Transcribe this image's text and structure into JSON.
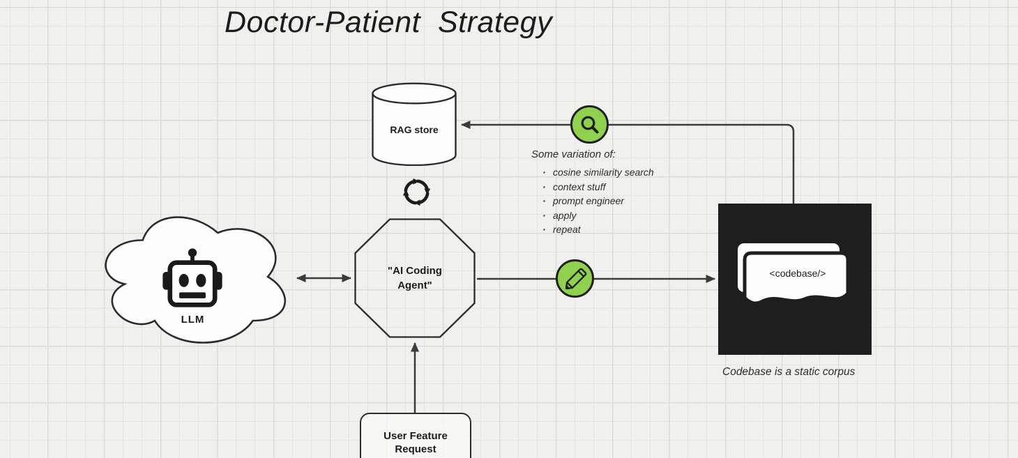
{
  "title": "Doctor-Patient  Strategy",
  "nodes": {
    "llm": {
      "label": "LLM",
      "shape": "cloud",
      "icon": "robot-icon"
    },
    "agent": {
      "label": "\"AI Coding Agent\"",
      "label_line1": "\"AI Coding",
      "label_line2": "Agent\"",
      "shape": "octagon"
    },
    "rag_store": {
      "label": "RAG store",
      "shape": "cylinder"
    },
    "codebase": {
      "label": "<codebase/>",
      "caption": "Codebase is a static corpus",
      "shape": "black-box",
      "icon": "document-stack-icon"
    },
    "user_request": {
      "label": "User Feature Request",
      "shape": "rounded-rectangle"
    }
  },
  "badges": [
    {
      "icon": "search-icon",
      "color": "#8FD14F",
      "on_connector": "codebase-to-ragstore"
    },
    {
      "icon": "pencil-icon",
      "color": "#8FD14F",
      "on_connector": "agent-to-codebase"
    }
  ],
  "notes": {
    "heading": "Some variation of:",
    "items": [
      "cosine similarity search",
      "context stuff",
      "prompt engineer",
      "apply",
      "repeat"
    ]
  },
  "connectors": [
    {
      "name": "llm-agent",
      "from": "llm",
      "to": "agent",
      "style": "double-arrow"
    },
    {
      "name": "agent-codebase",
      "from": "agent",
      "to": "codebase",
      "style": "arrow"
    },
    {
      "name": "codebase-ragstore",
      "from": "codebase",
      "to": "rag_store",
      "style": "arrow-elbow"
    },
    {
      "name": "request-agent",
      "from": "user_request",
      "to": "agent",
      "style": "arrow"
    }
  ],
  "icons": {
    "robot-icon": "robot head glyph",
    "refresh-cycle-icon": "circular arrows loop between agent and RAG store",
    "search-icon": "magnifying glass",
    "pencil-icon": "pencil",
    "document-stack-icon": "stacked documents"
  },
  "colors": {
    "background": "#F0F0EE",
    "grid_minor": "#E5E5E3",
    "grid_major": "#DBDBD9",
    "ink": "#1F1F1F",
    "connector": "#3B3B3B",
    "accent_green": "#8FD14F",
    "codebase_box": "#1E1E1E",
    "shape_fill": "#FDFDFD"
  }
}
